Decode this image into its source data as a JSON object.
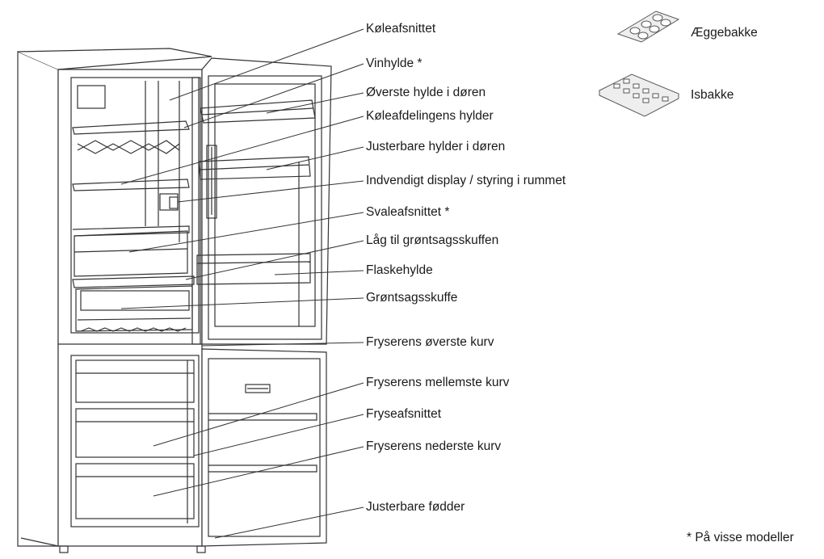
{
  "labels": [
    {
      "id": "koleafsnittet",
      "text": "Køleafsnittet"
    },
    {
      "id": "vinhylde",
      "text": "Vinhylde *"
    },
    {
      "id": "overste-hylde-doren",
      "text": "Øverste hylde i døren"
    },
    {
      "id": "koleafdelingens-hylder",
      "text": "Køleafdelingens hylder"
    },
    {
      "id": "justerbare-hylder-doren",
      "text": "Justerbare hylder i døren"
    },
    {
      "id": "indvendigt-display",
      "text": "Indvendigt display / styring i rummet"
    },
    {
      "id": "svaleafsnittet",
      "text": "Svaleafsnittet *"
    },
    {
      "id": "laag-gront",
      "text": "Låg til grøntsagsskuffen"
    },
    {
      "id": "flaskehylde",
      "text": "Flaskehylde"
    },
    {
      "id": "grontsagsskuffe",
      "text": "Grøntsagsskuffe"
    },
    {
      "id": "fryserens-overste-kurv",
      "text": "Fryserens øverste kurv"
    },
    {
      "id": "fryserens-mellemste-kurv",
      "text": "Fryserens mellemste kurv"
    },
    {
      "id": "fryseafsnittet",
      "text": "Fryseafsnittet"
    },
    {
      "id": "fryserens-nederste-kurv",
      "text": "Fryserens nederste kurv"
    },
    {
      "id": "justerbare-fodder",
      "text": "Justerbare fødder"
    }
  ],
  "accessories": [
    {
      "id": "aeggebakke",
      "text": "Æggebakke"
    },
    {
      "id": "isbakke",
      "text": "Isbakke"
    }
  ],
  "footnote": "* På visse modeller"
}
